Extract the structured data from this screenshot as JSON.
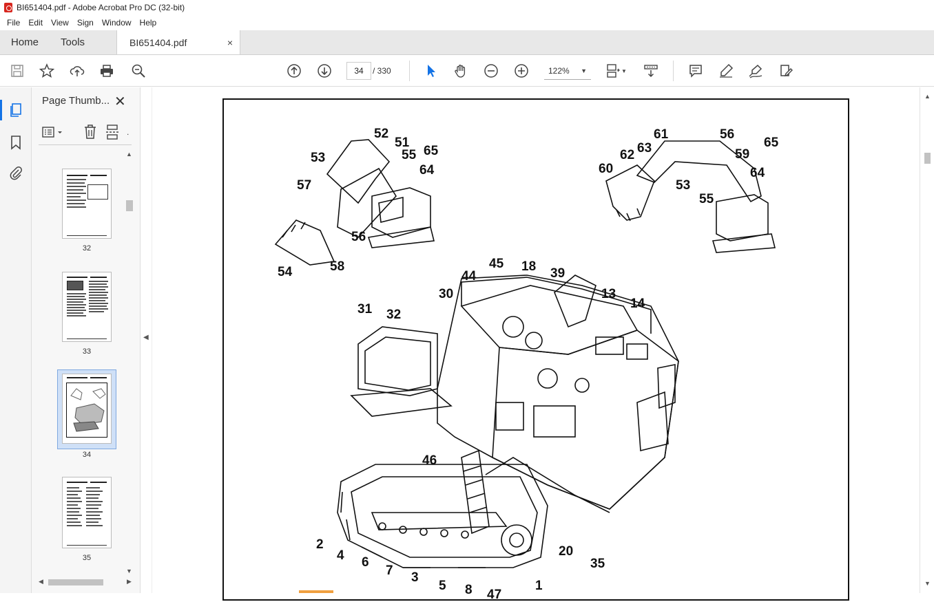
{
  "window": {
    "title": "BI651404.pdf - Adobe Acrobat Pro DC (32-bit)"
  },
  "menu": {
    "items": [
      "File",
      "Edit",
      "View",
      "Sign",
      "Window",
      "Help"
    ]
  },
  "tabs": {
    "home": "Home",
    "tools": "Tools",
    "document": "BI651404.pdf",
    "close": "×"
  },
  "toolbar": {
    "page_current": "34",
    "page_total": "/ 330",
    "zoom": "122%",
    "icons": [
      "save-icon",
      "star-icon",
      "upload-icon",
      "print-icon",
      "zoom-search-icon",
      "page-up-icon",
      "page-down-icon",
      "select-arrow-icon",
      "hand-icon",
      "zoom-out-icon",
      "zoom-in-icon",
      "fit-page-icon",
      "scroll-mode-icon",
      "comment-icon",
      "highlight-icon",
      "sign-icon",
      "more-tools-icon"
    ]
  },
  "sidebar": {
    "panel_title": "Page Thumb...",
    "panel_close": "✕",
    "rail_icons": [
      "pages-icon",
      "bookmark-icon",
      "attachment-icon"
    ],
    "thumbnails": [
      {
        "label": "32",
        "selected": false
      },
      {
        "label": "33",
        "selected": false
      },
      {
        "label": "34",
        "selected": true
      },
      {
        "label": "35",
        "selected": false
      }
    ]
  },
  "colors": {
    "accent": "#1473e6",
    "pdf_red": "#d7261e",
    "selection": "#cfe0f7"
  },
  "figure": {
    "callouts": [
      "52",
      "51",
      "53",
      "55",
      "65",
      "64",
      "57",
      "56",
      "54",
      "58",
      "61",
      "56",
      "62",
      "63",
      "65",
      "59",
      "60",
      "64",
      "53",
      "55",
      "45",
      "44",
      "18",
      "39",
      "30",
      "31",
      "32",
      "13",
      "14",
      "46",
      "2",
      "4",
      "6",
      "7",
      "3",
      "5",
      "8",
      "47",
      "1",
      "20",
      "35"
    ]
  }
}
